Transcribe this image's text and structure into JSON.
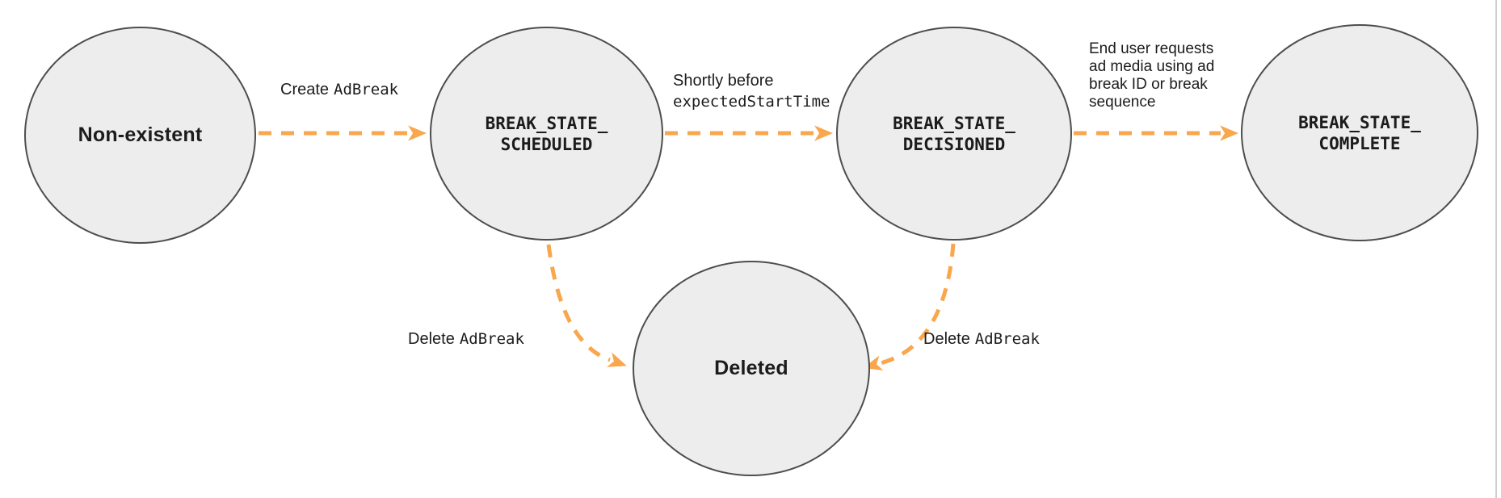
{
  "colors": {
    "accent_orange": "#F9A64D",
    "node_fill": "#EDEDED",
    "node_stroke": "#4D4D4D",
    "text": "#1C1C1C",
    "frame_border": "#CFCFCF"
  },
  "states": [
    {
      "id": "non_existent",
      "label": "Non-existent"
    },
    {
      "id": "scheduled",
      "line1": "BREAK_STATE_",
      "line2": "SCHEDULED"
    },
    {
      "id": "decisioned",
      "line1": "BREAK_STATE_",
      "line2": "DECISIONED"
    },
    {
      "id": "complete",
      "line1": "BREAK_STATE_",
      "line2": "COMPLETE"
    },
    {
      "id": "deleted",
      "label": "Deleted"
    }
  ],
  "edges": [
    {
      "id": "create_adbreak",
      "text": "Create",
      "code": "AdBreak"
    },
    {
      "id": "shortly_before",
      "text": "Shortly before",
      "code": "expectedStartTime"
    },
    {
      "id": "end_user_request",
      "lines": [
        "End user requests",
        "ad media using ad",
        "break ID or break",
        "sequence"
      ]
    },
    {
      "id": "delete_adbreak_left",
      "text": "Delete",
      "code": "AdBreak"
    },
    {
      "id": "delete_adbreak_right",
      "text": "Delete",
      "code": "AdBreak"
    }
  ]
}
